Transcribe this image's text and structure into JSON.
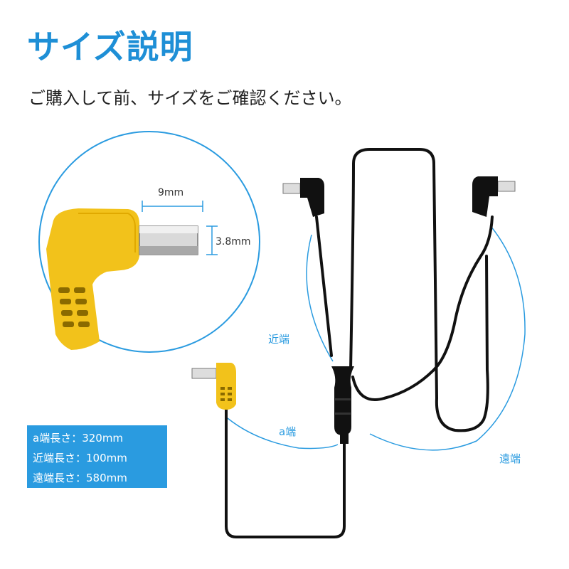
{
  "title": "サイズ説明",
  "subtitle": "ご購入して前、サイズをご確認ください。",
  "zoom_callout": {
    "width_label": "9mm",
    "diameter_label": "3.8mm"
  },
  "cable_labels": {
    "near_end": "近端",
    "a_end": "a端",
    "far_end": "遠端"
  },
  "spec_box": {
    "lines": [
      "a端長さ：320mm",
      "近端長さ：100mm",
      "遠端長さ：580mm"
    ]
  },
  "colors": {
    "accent": "#1e8fd6",
    "connector_yellow": "#f2c21b",
    "cable": "#111111",
    "guide_line": "#2a9be0"
  }
}
